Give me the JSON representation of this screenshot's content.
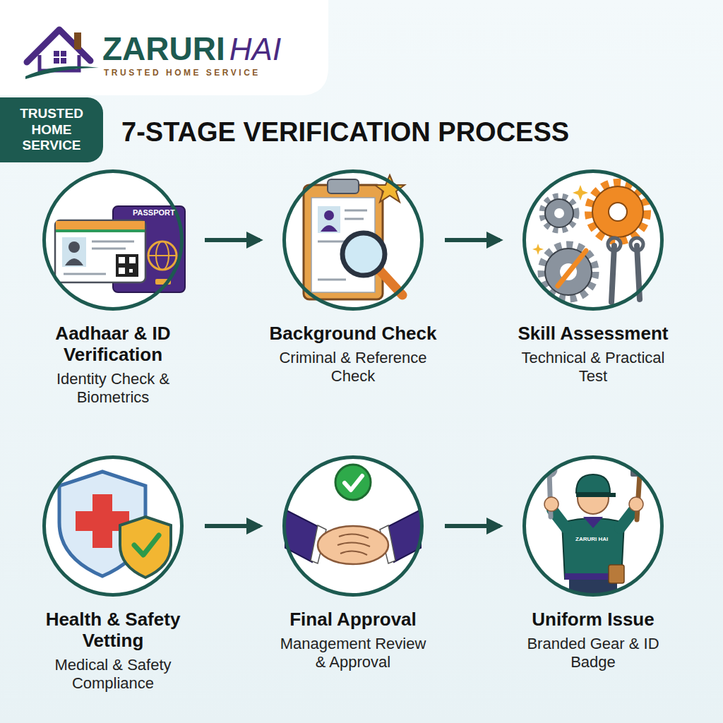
{
  "diagram": {
    "title": "7-STAGE VERIFICATION PROCESS",
    "nodes": [
      {
        "text": [
          "TRUSTED HOME SERVICE"
        ]
      },
      {
        "text": [
          "Aadhaar & ID Verification",
          "Identity Check & Biometrics"
        ]
      },
      {
        "text": [
          "Background Check",
          "Criminal & Reference Check"
        ]
      },
      {
        "text": [
          "Skill Assessment",
          "Technical & Practical Test"
        ]
      },
      {
        "text": [
          "Health & Safety Vetting",
          "Medical & Safety Compliance"
        ]
      },
      {
        "text": [
          "Final Approval",
          "Management Review & Approval"
        ]
      },
      {
        "text": [
          "Uniform Issue",
          "Branded Gear & ID Badge"
        ]
      }
    ],
    "edges": [
      {
        "from": 1,
        "to": 2,
        "arrow": "to"
      },
      {
        "from": 2,
        "to": 3,
        "arrow": "to"
      },
      {
        "from": 4,
        "to": 5,
        "arrow": "to"
      },
      {
        "from": 5,
        "to": 6,
        "arrow": "to"
      }
    ],
    "labels": [
      "ZARURI",
      "HAI",
      "TRUSTED HOME SERVICE",
      "PASSPORT",
      "ZARURI HAI"
    ]
  }
}
